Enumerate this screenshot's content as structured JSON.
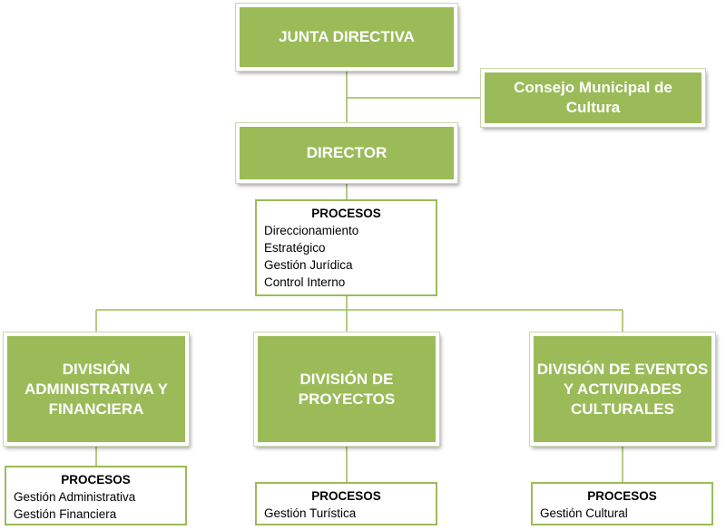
{
  "nodes": {
    "junta": {
      "lines": [
        "JUNTA DIRECTIVA"
      ]
    },
    "consejo": {
      "lines": [
        "Consejo Municipal de",
        "Cultura"
      ]
    },
    "director": {
      "lines": [
        "DIRECTOR"
      ]
    },
    "div_admin": {
      "lines": [
        "DIVISIÓN",
        "ADMINISTRATIVA Y",
        "FINANCIERA"
      ]
    },
    "div_proy": {
      "lines": [
        "DIVISIÓN DE",
        "PROYECTOS"
      ]
    },
    "div_eventos": {
      "lines": [
        "DIVISIÓN DE EVENTOS",
        "Y ACTIVIDADES",
        "CULTURALES"
      ]
    }
  },
  "processes": {
    "director": {
      "header": "PROCESOS",
      "items": [
        "Direccionamiento",
        "Estratégico",
        "Gestión Jurídica",
        "Control Interno"
      ]
    },
    "admin": {
      "header": "PROCESOS",
      "items": [
        "Gestión Administrativa",
        "Gestión Financiera"
      ]
    },
    "proy": {
      "header": "PROCESOS",
      "items": [
        "Gestión Turística"
      ]
    },
    "eventos": {
      "header": "PROCESOS",
      "items": [
        "Gestión Cultural"
      ]
    }
  },
  "colors": {
    "box_fill": "#9bbb59",
    "box_text": "#ffffff",
    "connector": "#9bbb59"
  }
}
